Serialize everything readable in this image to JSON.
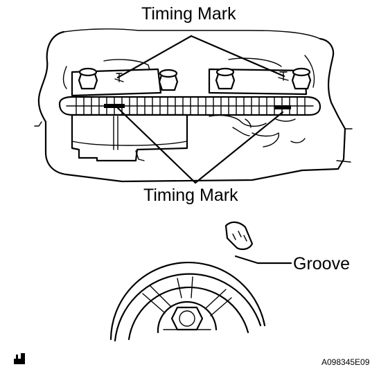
{
  "labels": {
    "timing_mark_top": "Timing Mark",
    "timing_mark_bottom": "Timing Mark",
    "groove": "Groove",
    "figure_code": "A098345E09"
  },
  "icons": {
    "corner_symbol": "manual-symbol-icon"
  }
}
